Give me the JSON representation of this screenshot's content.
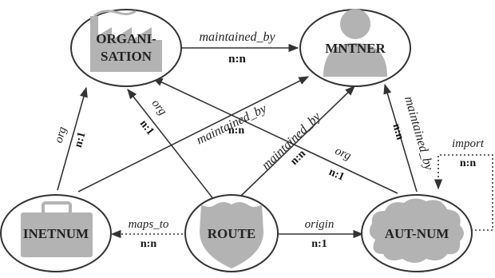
{
  "nodes": {
    "organisation": {
      "label_line1": "ORGANI-",
      "label_line2": "SATION"
    },
    "mntner": {
      "label": "MNTNER"
    },
    "inetnum": {
      "label": "INETNUM"
    },
    "route": {
      "label": "ROUTE"
    },
    "autnum": {
      "label": "AUT-NUM"
    }
  },
  "edges": {
    "org_mntner": {
      "name": "maintained_by",
      "card": "n:n"
    },
    "inetnum_org": {
      "name": "org",
      "card": "n:1"
    },
    "route_org": {
      "name": "org",
      "card": "n:1"
    },
    "inetnum_mntner": {
      "name": "maintained_by",
      "card": "n:n"
    },
    "route_mntner": {
      "name": "maintained_by",
      "card": "n:n"
    },
    "autnum_org": {
      "name": "org",
      "card": "n:1"
    },
    "autnum_mntner": {
      "name": "maintained_by",
      "card": "n:n"
    },
    "route_inetnum": {
      "name": "maps_to",
      "card": "n:n"
    },
    "route_autnum": {
      "name": "origin",
      "card": "n:1"
    },
    "autnum_self": {
      "name": "import",
      "card": "n:n"
    }
  }
}
